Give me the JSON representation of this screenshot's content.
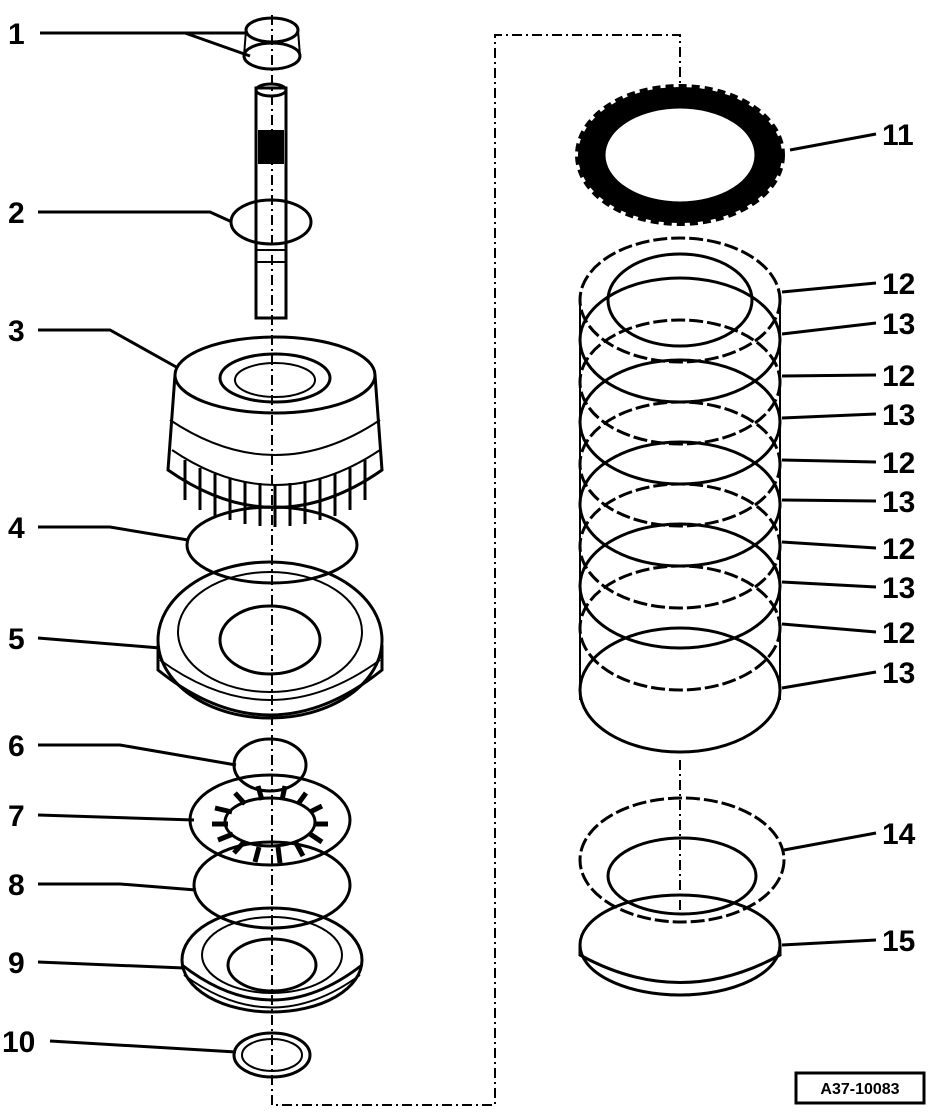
{
  "diagram": {
    "labels": {
      "n1": "1",
      "n2": "2",
      "n3": "3",
      "n4": "4",
      "n5": "5",
      "n6": "6",
      "n7": "7",
      "n8": "8",
      "n9": "9",
      "n10": "10",
      "n11": "11",
      "n12a": "12",
      "n13a": "13",
      "n12b": "12",
      "n13b": "13",
      "n12c": "12",
      "n13c": "13",
      "n12d": "12",
      "n13d": "13",
      "n12e": "12",
      "n13e": "13",
      "n14": "14",
      "n15": "15"
    },
    "reference_code": "A37-10083"
  }
}
